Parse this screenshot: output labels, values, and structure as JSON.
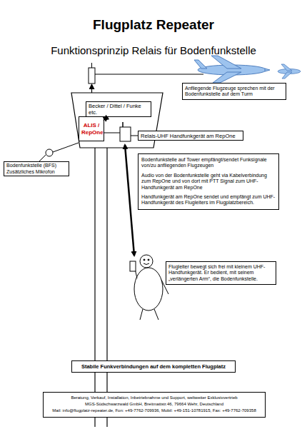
{
  "diagram": {
    "title": "Flugplatz Repeater",
    "nodes": [
      {
        "text": [
          "Anfliegende Flugzeuge sprechen mit der Bodenfunkstelle auf dem Turm"
        ]
      },
      {
        "text": [
          "Becker / Dittel / Funke etc."
        ]
      },
      {
        "text": [
          "ALIS / RepOne"
        ]
      },
      {
        "text": [
          "Relais-UHF Handfunkgerät am RepOne"
        ]
      },
      {
        "text": [
          "Bodenfunkstelle (BFS)",
          "Zusätzliches Mikrofon"
        ]
      },
      {
        "text": [
          "Bodenfunkstelle auf Tower empfängt/sendet Funksignale von/zu anfliegenden Flugzeugen",
          "Audio von der Bodenfunkstelle geht via Kabelverbindung zum RepOne und von dort mit PTT Signal zum UHF-Handfunkgerät am RepOne",
          "Handfunkgerät am RepOne sendet und empfängt zum UHF-Handfunkgerät des Flugleiters im Flugplatzbereich."
        ]
      },
      {
        "text": [
          "Flugleiter bewegt sich frei mit kleinem UHF-Handfunkgerät. Er bedient, mit seinem „verlängerten Arm“, die Bodenfunkstelle."
        ]
      },
      {
        "text": [
          "Stabile Funkverbindungen auf dem kompletten Flugplatz"
        ]
      },
      {
        "text": [
          "Beratung, Verkauf, Installation, Inbetriebnahme und Support, weltweiter Exklusivvertrieb",
          "MGS-Südschwarzwald GmbH, Breitmattstr.46, 79664 Wehr, Deutschland",
          "Mail: info@flugplatz-repeater.de, Fon: +49-7762-709936, Mobil: +49-151-10781915, Fax: +49-7762-709358"
        ]
      }
    ],
    "edges": [
      {
        "from": 1,
        "to": 2,
        "arrow": "both"
      }
    ],
    "labels": [
      "Funktionsprinzip Relais für Bodenfunkstelle"
    ]
  }
}
